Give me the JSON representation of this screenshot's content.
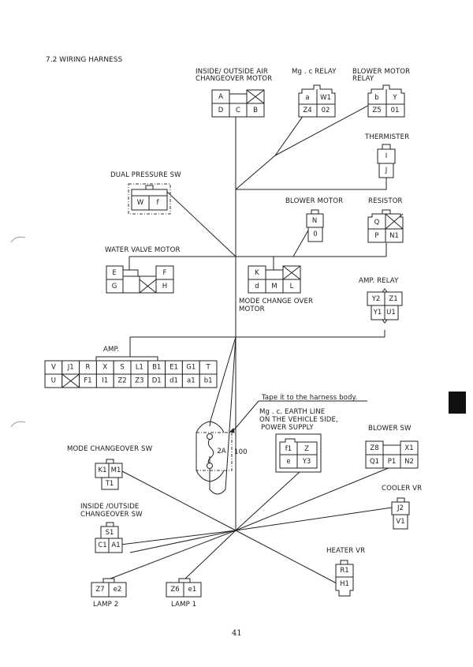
{
  "page": {
    "section_title": "7.2  WIRING HARNESS",
    "page_number": "41"
  },
  "components": {
    "inside_outside_air_motor": {
      "label_line1": "INSIDE/ OUTSIDE AIR",
      "label_line2": "CHANGEOVER MOTOR",
      "pins": [
        "A",
        "",
        "X",
        "D",
        "C",
        "B"
      ]
    },
    "mgc_relay": {
      "label_line1": "Mg . c RELAY",
      "pins": [
        "a",
        "W1",
        "Z4",
        "02"
      ]
    },
    "blower_motor_relay": {
      "label_line1": "BLOWER MOTOR",
      "label_line2": "RELAY",
      "pins": [
        "b",
        "Y",
        "Z5",
        "01"
      ]
    },
    "thermister": {
      "label_line1": "THERMISTER",
      "pins": [
        "I",
        "J"
      ]
    },
    "dual_pressure_sw": {
      "label_line1": "DUAL PRESSURE SW",
      "pins": [
        "W",
        "f"
      ]
    },
    "blower_motor": {
      "label_line1": "BLOWER MOTOR",
      "pins": [
        "N",
        "0"
      ]
    },
    "resistor": {
      "label_line1": "RESISTOR",
      "pins": [
        "Q",
        "X",
        "P",
        "N1"
      ]
    },
    "water_valve_motor": {
      "label_line1": "WATER VALVE MOTOR",
      "pins": [
        "E",
        "",
        "F",
        "G",
        "X",
        "H"
      ]
    },
    "mode_change_over_motor": {
      "label_line1": "MODE CHANGE OVER",
      "label_line2": "MOTOR",
      "pins": [
        "K",
        "",
        "X",
        "d",
        "M",
        "L"
      ]
    },
    "amp_relay": {
      "label_line1": "AMP.  RELAY",
      "pins": [
        "Y2",
        "Z1",
        "Y1",
        "U1"
      ]
    },
    "amp": {
      "label_line1": "AMP.",
      "row1": [
        "V",
        "J1",
        "R",
        "X",
        "S",
        "L1",
        "B1",
        "E1",
        "G1",
        "T"
      ],
      "row2": [
        "U",
        "X",
        "F1",
        "I1",
        "Z2",
        "Z3",
        "D1",
        "d1",
        "a1",
        "b1"
      ]
    },
    "fuse": {
      "rating": "2A",
      "label": "100"
    },
    "earth_line": {
      "note": "Tape it to the harness body.",
      "label_line1": "Mg . c.  EARTH LINE",
      "label_line2": "ON THE VEHICLE SIDE,",
      "label_line3": "POWER SUPPLY",
      "pins": [
        "f1",
        "Z",
        "e",
        "Y3"
      ]
    },
    "blower_sw": {
      "label_line1": "BLOWER SW",
      "pins": [
        "Z8",
        "",
        "X1",
        "Q1",
        "P1",
        "N2"
      ]
    },
    "mode_changeover_sw": {
      "label_line1": "MODE CHANGEOVER SW",
      "pins": [
        "K1",
        "M1",
        "T1"
      ]
    },
    "cooler_vr": {
      "label_line1": "COOLER VR",
      "pins": [
        "J2",
        "V1"
      ]
    },
    "inside_outside_changeover_sw": {
      "label_line1": "INSIDE /OUTSIDE",
      "label_line2": "CHANGEOVER SW",
      "pins": [
        "S1",
        "C1",
        "A1"
      ]
    },
    "heater_vr": {
      "label_line1": "HEATER VR",
      "pins": [
        "R1",
        "H1"
      ]
    },
    "lamp_2": {
      "label_line1": "LAMP 2",
      "pins": [
        "Z7",
        "e2"
      ]
    },
    "lamp_1": {
      "label_line1": "LAMP 1",
      "pins": [
        "Z6",
        "e1"
      ]
    }
  }
}
